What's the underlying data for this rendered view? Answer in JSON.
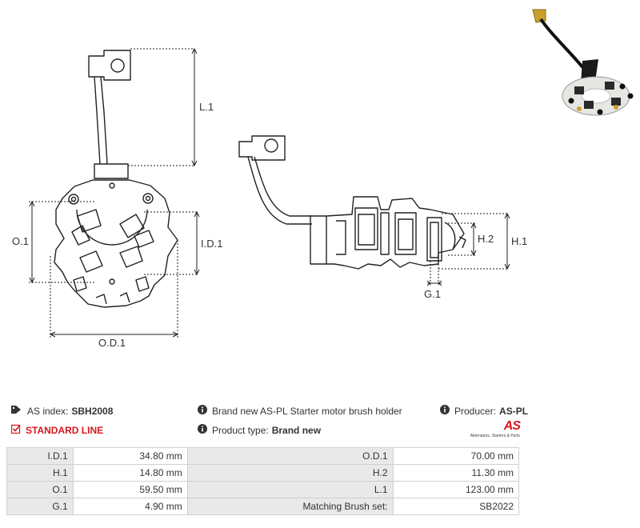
{
  "drawing": {
    "labels": {
      "l1": "L.1",
      "o1": "O.1",
      "id1": "I.D.1",
      "od1": "O.D.1",
      "h1": "H.1",
      "h2": "H.2",
      "g1": "G.1"
    }
  },
  "info": {
    "as_index_label": "AS index:",
    "as_index_value": "SBH2008",
    "line": "STANDARD LINE",
    "description": "Brand new AS-PL Starter motor brush holder",
    "product_type_label": "Product type:",
    "product_type_value": "Brand new",
    "producer_label": "Producer:",
    "producer_value": "AS-PL"
  },
  "logo": {
    "brand": "AS",
    "tagline": "Alternators, Starters & Parts"
  },
  "specs": [
    [
      "I.D.1",
      "34.80 mm",
      "O.D.1",
      "70.00 mm"
    ],
    [
      "H.1",
      "14.80 mm",
      "H.2",
      "11.30 mm"
    ],
    [
      "O.1",
      "59.50 mm",
      "L.1",
      "123.00 mm"
    ],
    [
      "G.1",
      "4.90 mm",
      "Matching Brush set:",
      "SB2022"
    ]
  ],
  "colors": {
    "accent": "#d7161c",
    "line": "#222222",
    "table_key_bg": "#e9e9e9",
    "table_border": "#cfcfcf"
  }
}
